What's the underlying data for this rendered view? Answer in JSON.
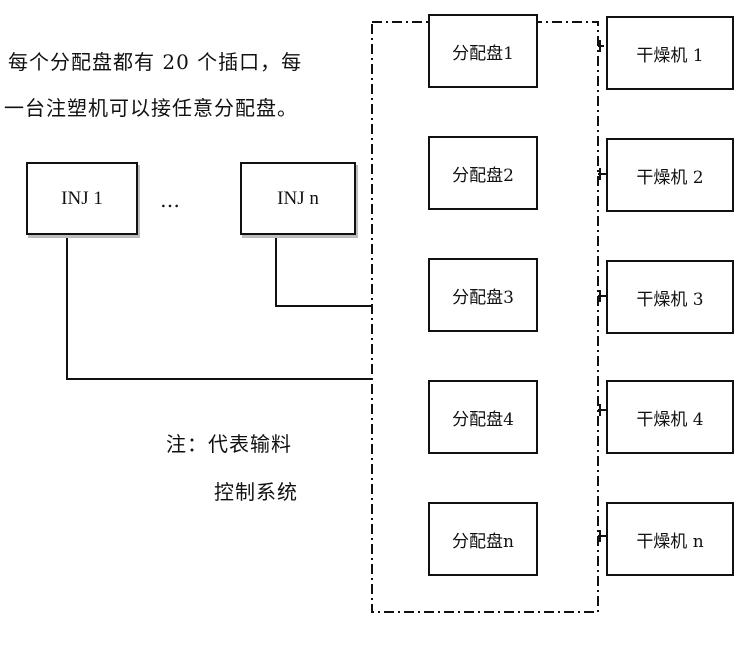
{
  "intro": {
    "line1": "每个分配盘都有 20 个插口，每",
    "line2": "一台注塑机可以接任意分配盘。"
  },
  "injectors": {
    "first": "INJ 1",
    "ellipsis": "…",
    "last": "INJ n"
  },
  "distributors": [
    "分配盘1",
    "分配盘2",
    "分配盘3",
    "分配盘4",
    "分配盘n"
  ],
  "dryers": [
    "干燥机 1",
    "干燥机 2",
    "干燥机 3",
    "干燥机 4",
    "干燥机 n"
  ],
  "note": {
    "line1": "注：代表输料",
    "line2": "控制系统"
  }
}
